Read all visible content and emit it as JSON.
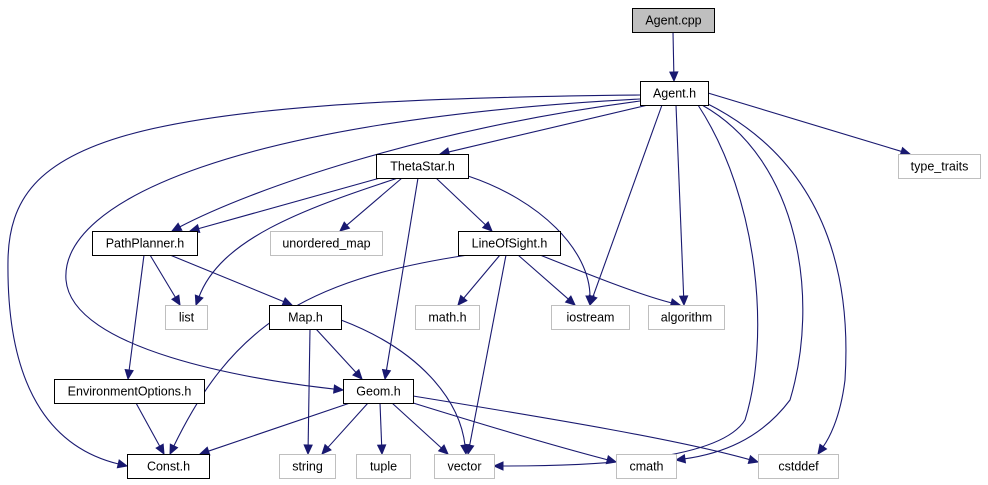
{
  "colors": {
    "edge": "#191970",
    "root_fill": "#bfbfbf",
    "node_border": "#000000",
    "system_border": "#bfbfbf",
    "node_fill": "#ffffff",
    "text": "#000000"
  },
  "nodes": {
    "agent_cpp": {
      "label": "Agent.cpp",
      "kind": "root"
    },
    "agent_h": {
      "label": "Agent.h",
      "kind": "project"
    },
    "type_traits": {
      "label": "type_traits",
      "kind": "system"
    },
    "thetastar_h": {
      "label": "ThetaStar.h",
      "kind": "project"
    },
    "pathplanner_h": {
      "label": "PathPlanner.h",
      "kind": "project"
    },
    "unordered_map": {
      "label": "unordered_map",
      "kind": "system"
    },
    "lineofsight_h": {
      "label": "LineOfSight.h",
      "kind": "project"
    },
    "list": {
      "label": "list",
      "kind": "system"
    },
    "map_h": {
      "label": "Map.h",
      "kind": "project"
    },
    "math_h": {
      "label": "math.h",
      "kind": "system"
    },
    "iostream": {
      "label": "iostream",
      "kind": "system"
    },
    "algorithm": {
      "label": "algorithm",
      "kind": "system"
    },
    "environmentoptions_h": {
      "label": "EnvironmentOptions.h",
      "kind": "project"
    },
    "geom_h": {
      "label": "Geom.h",
      "kind": "project"
    },
    "const_h": {
      "label": "Const.h",
      "kind": "project"
    },
    "string": {
      "label": "string",
      "kind": "system"
    },
    "tuple": {
      "label": "tuple",
      "kind": "system"
    },
    "vector": {
      "label": "vector",
      "kind": "system"
    },
    "cmath": {
      "label": "cmath",
      "kind": "system"
    },
    "cstddef": {
      "label": "cstddef",
      "kind": "system"
    }
  },
  "edges": [
    {
      "from": "agent_cpp",
      "to": "agent_h"
    },
    {
      "from": "agent_h",
      "to": "type_traits"
    },
    {
      "from": "agent_h",
      "to": "thetastar_h"
    },
    {
      "from": "agent_h",
      "to": "pathplanner_h"
    },
    {
      "from": "agent_h",
      "to": "geom_h"
    },
    {
      "from": "agent_h",
      "to": "const_h"
    },
    {
      "from": "agent_h",
      "to": "iostream"
    },
    {
      "from": "agent_h",
      "to": "algorithm"
    },
    {
      "from": "agent_h",
      "to": "vector"
    },
    {
      "from": "agent_h",
      "to": "cmath"
    },
    {
      "from": "agent_h",
      "to": "cstddef"
    },
    {
      "from": "thetastar_h",
      "to": "pathplanner_h"
    },
    {
      "from": "thetastar_h",
      "to": "list"
    },
    {
      "from": "thetastar_h",
      "to": "unordered_map"
    },
    {
      "from": "thetastar_h",
      "to": "lineofsight_h"
    },
    {
      "from": "thetastar_h",
      "to": "geom_h"
    },
    {
      "from": "thetastar_h",
      "to": "iostream"
    },
    {
      "from": "pathplanner_h",
      "to": "list"
    },
    {
      "from": "pathplanner_h",
      "to": "map_h"
    },
    {
      "from": "pathplanner_h",
      "to": "environmentoptions_h"
    },
    {
      "from": "lineofsight_h",
      "to": "const_h"
    },
    {
      "from": "lineofsight_h",
      "to": "math_h"
    },
    {
      "from": "lineofsight_h",
      "to": "iostream"
    },
    {
      "from": "lineofsight_h",
      "to": "algorithm"
    },
    {
      "from": "lineofsight_h",
      "to": "vector"
    },
    {
      "from": "map_h",
      "to": "geom_h"
    },
    {
      "from": "map_h",
      "to": "string"
    },
    {
      "from": "map_h",
      "to": "vector"
    },
    {
      "from": "environmentoptions_h",
      "to": "const_h"
    },
    {
      "from": "geom_h",
      "to": "const_h"
    },
    {
      "from": "geom_h",
      "to": "string"
    },
    {
      "from": "geom_h",
      "to": "tuple"
    },
    {
      "from": "geom_h",
      "to": "vector"
    },
    {
      "from": "geom_h",
      "to": "cmath"
    },
    {
      "from": "geom_h",
      "to": "cstddef"
    }
  ]
}
